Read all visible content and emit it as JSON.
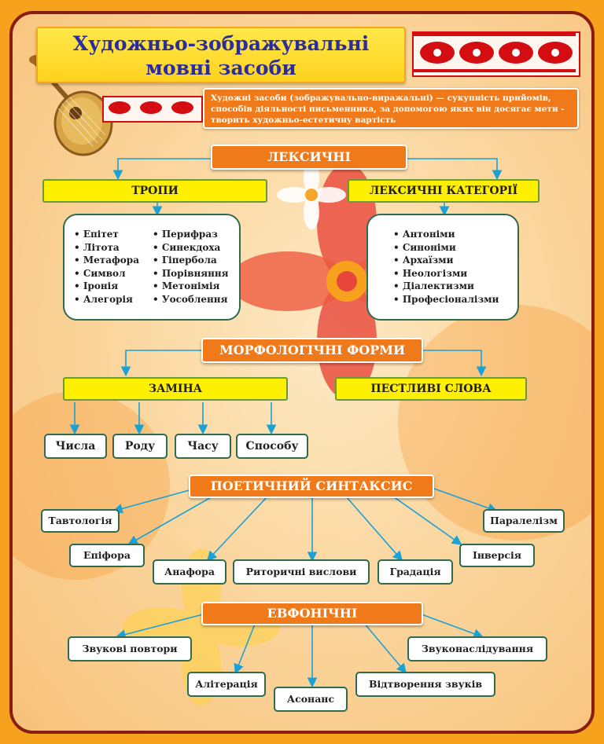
{
  "title": {
    "line1": "Художньо-зображувальні",
    "line2": "мовні засоби"
  },
  "definition": "Художні засоби (зображувально-виражальні) — сукупність прийомів, способів діяльності письменника, за допомогою яких він досягає мети - творить художньо-естетичну вартість",
  "lexical": {
    "header": "ЛЕКСИЧНІ",
    "tropes": {
      "title": "ТРОПИ",
      "col1": [
        "• Епітет",
        "• Літота",
        "• Метафора",
        "• Символ",
        "• Іронія",
        "• Алегорія"
      ],
      "col2": [
        "• Перифраз",
        "• Синекдоха",
        "• Гіпербола",
        "• Порівняння",
        "• Метонімія",
        "• Уособлення"
      ]
    },
    "categories": {
      "title": "ЛЕКСИЧНІ КАТЕГОРІЇ",
      "items": [
        "• Антоніми",
        "• Синоніми",
        "• Архаїзми",
        "• Неологізми",
        "• Діалектизми",
        "• Професіоналізми"
      ]
    }
  },
  "morph": {
    "header": "МОРФОЛОГІЧНІ ФОРМИ",
    "replacement": "ЗАМІНА",
    "diminutive": "ПЕСТЛИВІ СЛОВА",
    "items": [
      "Числа",
      "Роду",
      "Часу",
      "Способу"
    ]
  },
  "syntax": {
    "header": "ПОЕТИЧНИЙ СИНТАКСИС",
    "items": {
      "tautology": "Тавтологія",
      "epiphora": "Епіфора",
      "anaphora": "Анафора",
      "rhetorical": "Риторичні вислови",
      "gradation": "Градація",
      "inversion": "Інверсія",
      "parallelism": "Паралелізм"
    }
  },
  "euphonic": {
    "header": "ЕВФОНІЧНІ",
    "items": {
      "repeats": "Звукові повтори",
      "alliteration": "Алітерація",
      "assonance": "Асонанс",
      "reproduction": "Відтворення звуків",
      "onomatopoeia": "Звуконаслідування"
    }
  },
  "colors": {
    "frame": "#8a1d12",
    "section": "#f07a1a",
    "yellow": "#fff000",
    "arrow": "#1aa1d8",
    "title_text": "#2b2e9a"
  }
}
